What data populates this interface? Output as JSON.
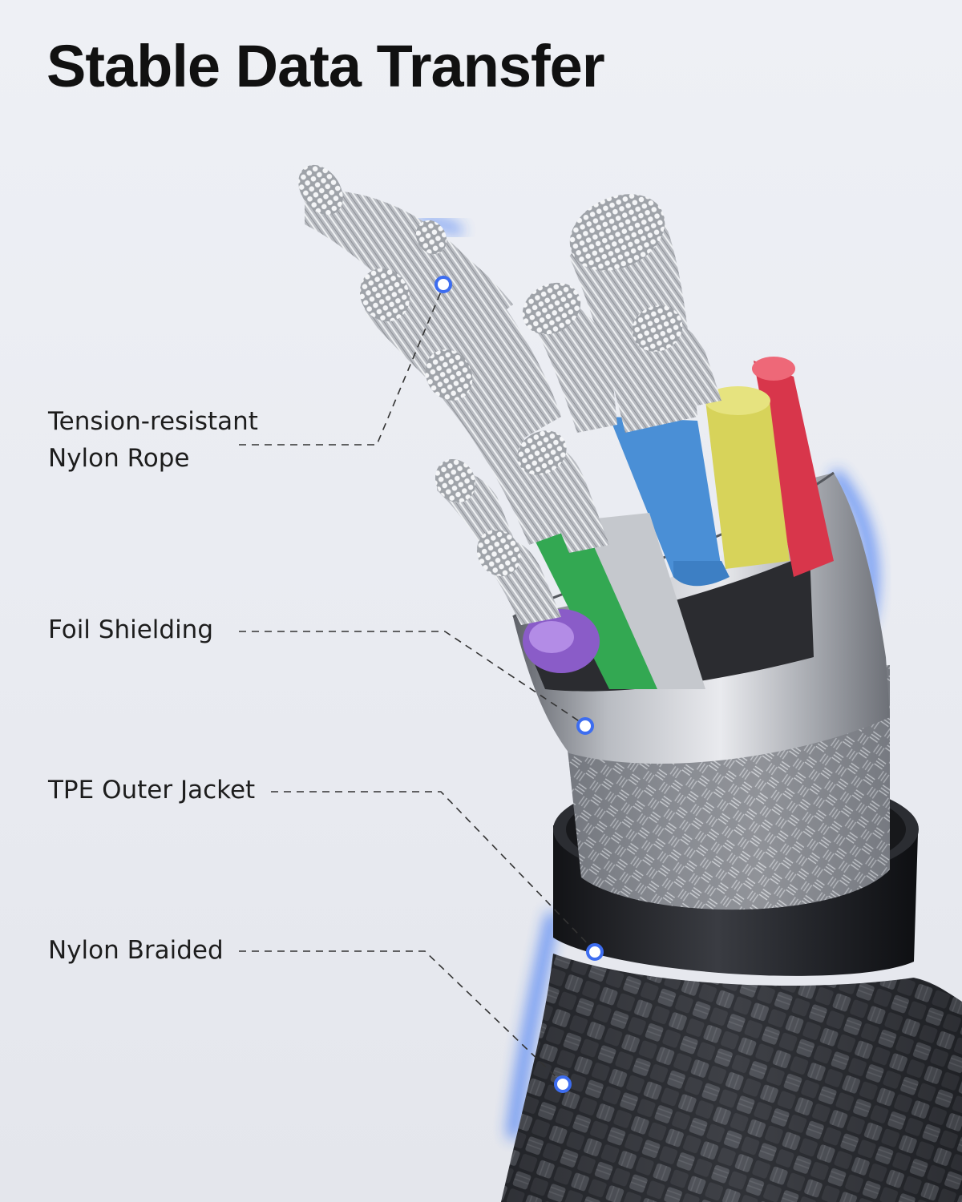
{
  "title": "Stable Data Transfer",
  "labels": {
    "nylon_rope": {
      "line1": "Tension-resistant",
      "line2": "Nylon Rope"
    },
    "foil_shielding": "Foil Shielding",
    "tpe_outer_jacket": "TPE Outer Jacket",
    "nylon_braided": "Nylon Braided"
  },
  "colors": {
    "accent": "#3d6df0",
    "wire_blue": "#4a8fd6",
    "wire_yellow": "#d7d35a",
    "wire_red": "#d8364b",
    "wire_green": "#33a852",
    "wire_purple": "#8a5cc8"
  }
}
